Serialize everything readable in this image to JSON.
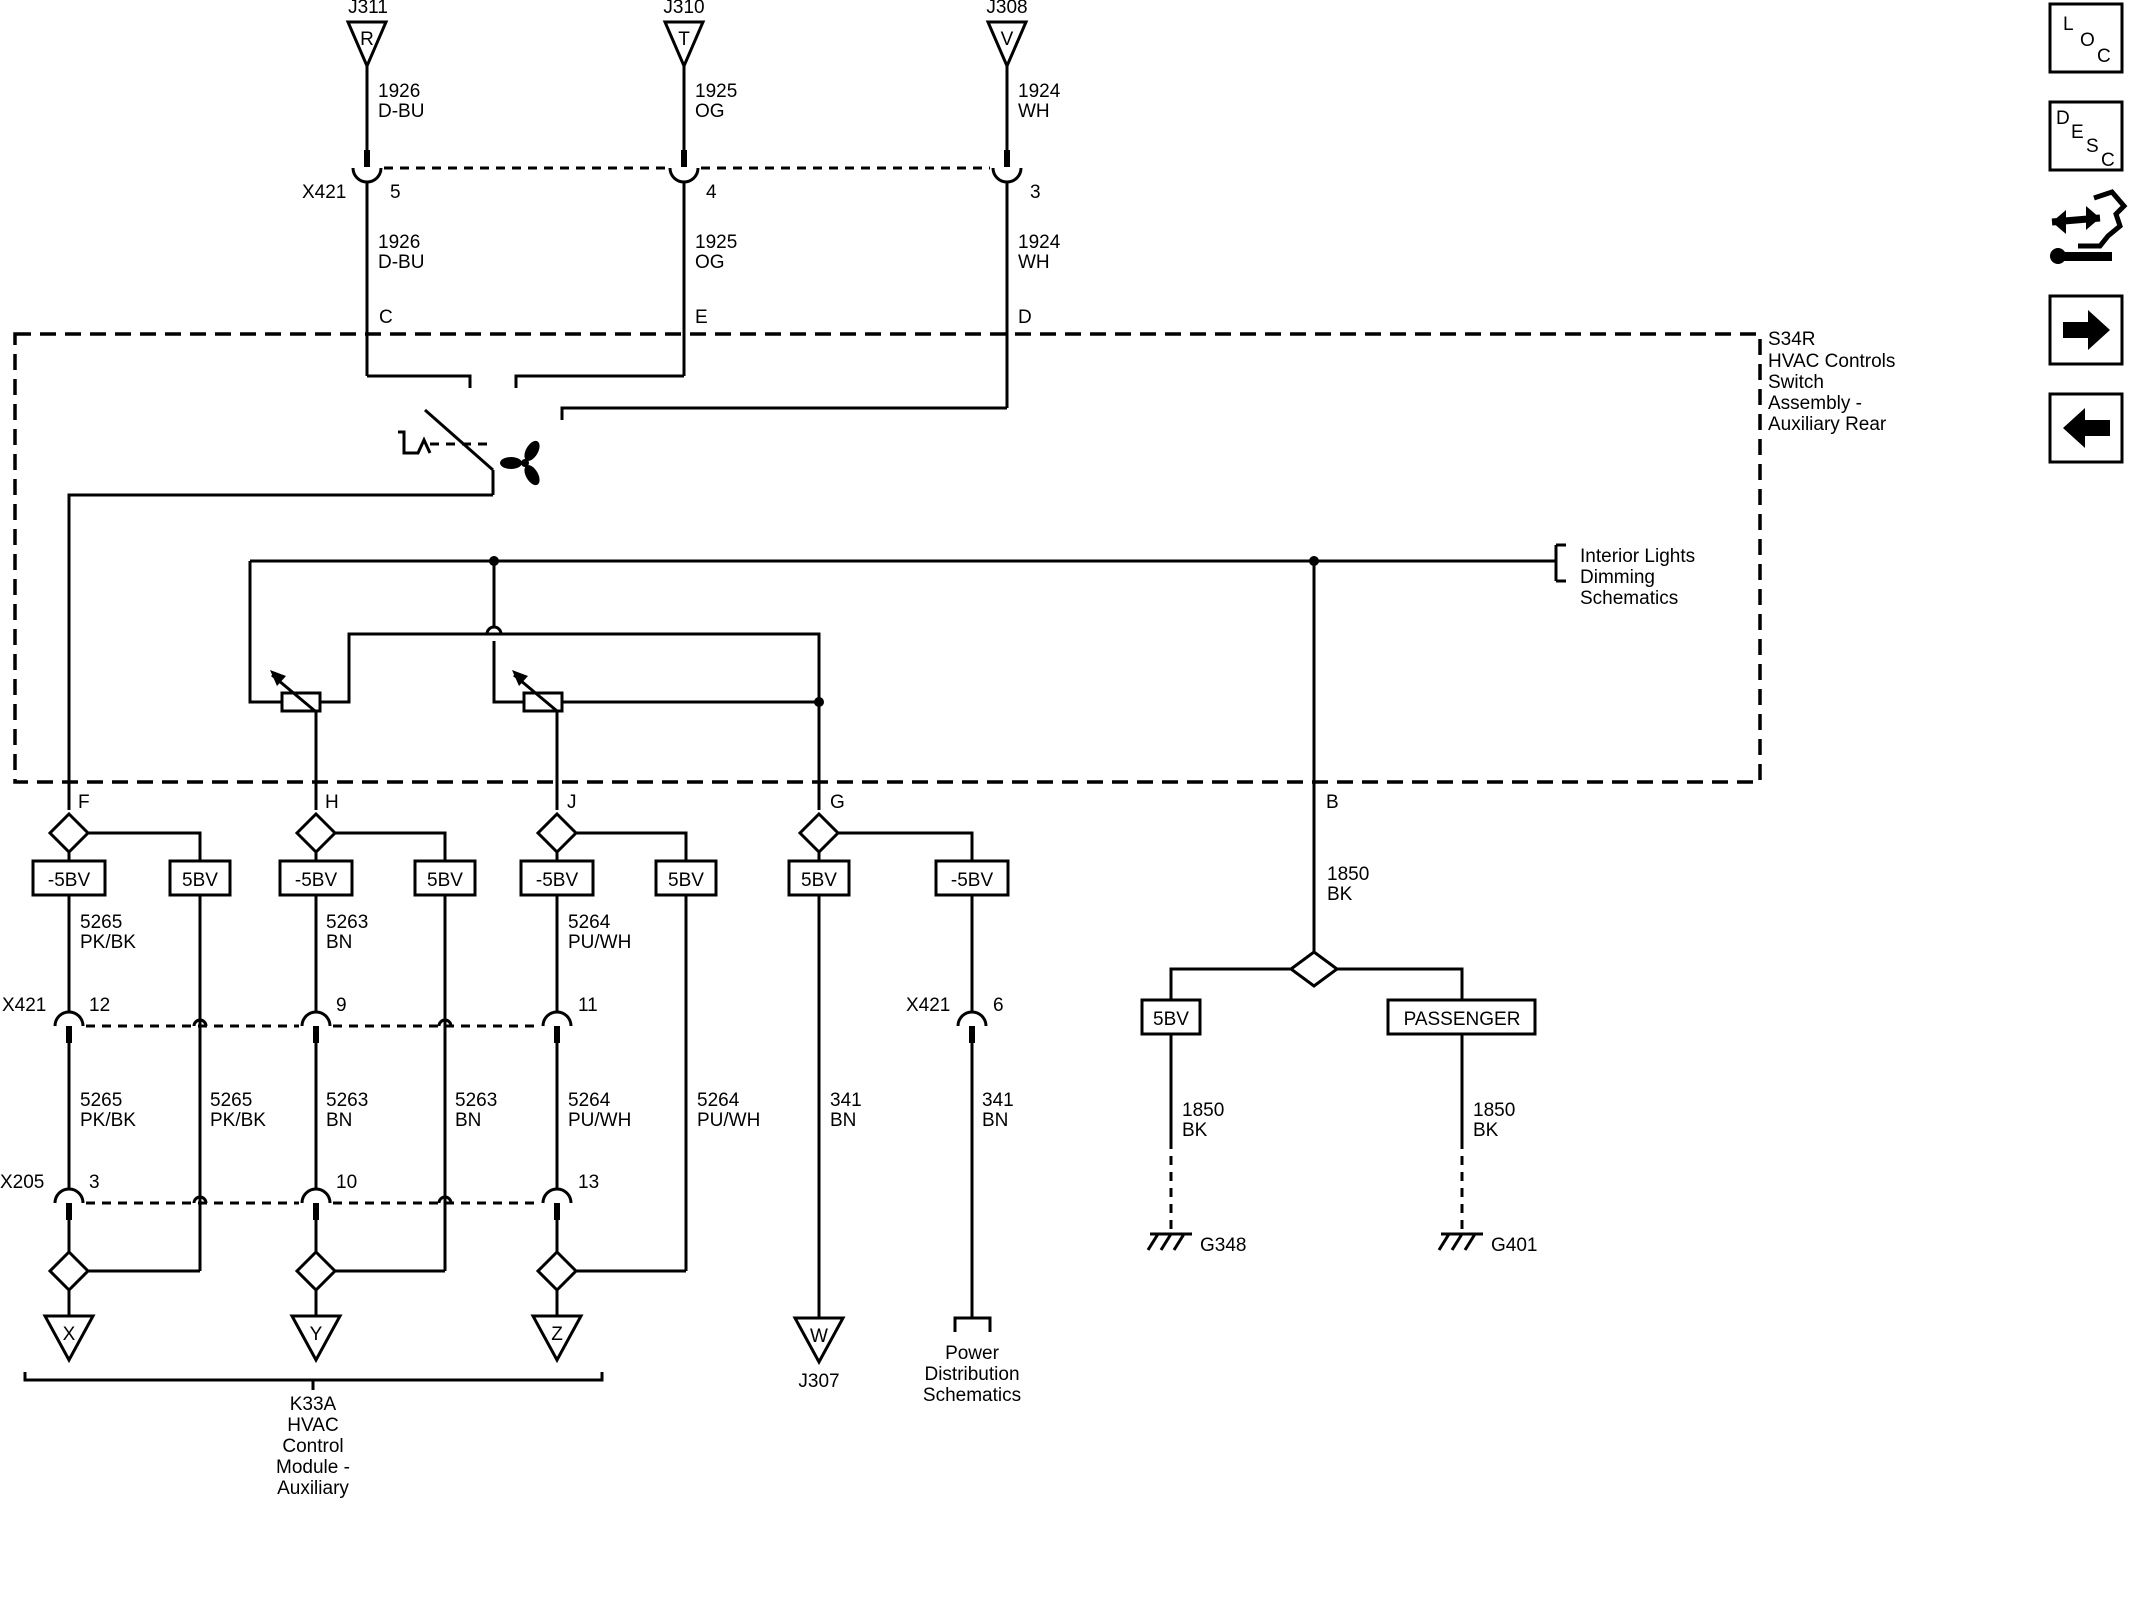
{
  "top_connectors": [
    {
      "id": "J311",
      "letter": "R",
      "circuit": "1926",
      "color": "D-BU",
      "pin": "5",
      "pin_letter": "C"
    },
    {
      "id": "J310",
      "letter": "T",
      "circuit": "1925",
      "color": "OG",
      "pin": "4",
      "pin_letter": "E"
    },
    {
      "id": "J308",
      "letter": "V",
      "circuit": "1924",
      "color": "WH",
      "pin": "3",
      "pin_letter": "D"
    }
  ],
  "x421_label": "X421",
  "x205_label": "X205",
  "switch_assembly": {
    "ref": "S34R",
    "l1": "HVAC Controls",
    "l2": "Switch",
    "l3": "Assembly -",
    "l4": "Auxiliary Rear"
  },
  "dimming": {
    "l1": "Interior Lights",
    "l2": "Dimming",
    "l3": "Schematics"
  },
  "pins": {
    "f": "F",
    "h": "H",
    "j": "J",
    "g": "G",
    "b": "B"
  },
  "boxes": {
    "neg5": "-5BV",
    "pos5": "5BV",
    "passenger": "PASSENGER"
  },
  "circuits": [
    {
      "num": "5265",
      "color": "PK/BK"
    },
    {
      "num": "5263",
      "color": "BN"
    },
    {
      "num": "5264",
      "color": "PU/WH"
    },
    {
      "num": "341",
      "color": "BN"
    },
    {
      "num": "1850",
      "color": "BK"
    }
  ],
  "x421_pins": [
    "12",
    "9",
    "11",
    "6"
  ],
  "x205_pins": [
    "3",
    "10",
    "13"
  ],
  "bottom_connectors": {
    "x": "X",
    "y": "Y",
    "z": "Z",
    "w": "W",
    "j307": "J307"
  },
  "module": {
    "l1": "K33A",
    "l2": "HVAC",
    "l3": "Control",
    "l4": "Module -",
    "l5": "Auxiliary"
  },
  "power": {
    "l1": "Power",
    "l2": "Distribution",
    "l3": "Schematics"
  },
  "grounds": [
    "G348",
    "G401"
  ],
  "nav": {
    "loc": [
      "L",
      "O",
      "C"
    ],
    "desc": [
      "D",
      "E",
      "S",
      "C"
    ]
  }
}
